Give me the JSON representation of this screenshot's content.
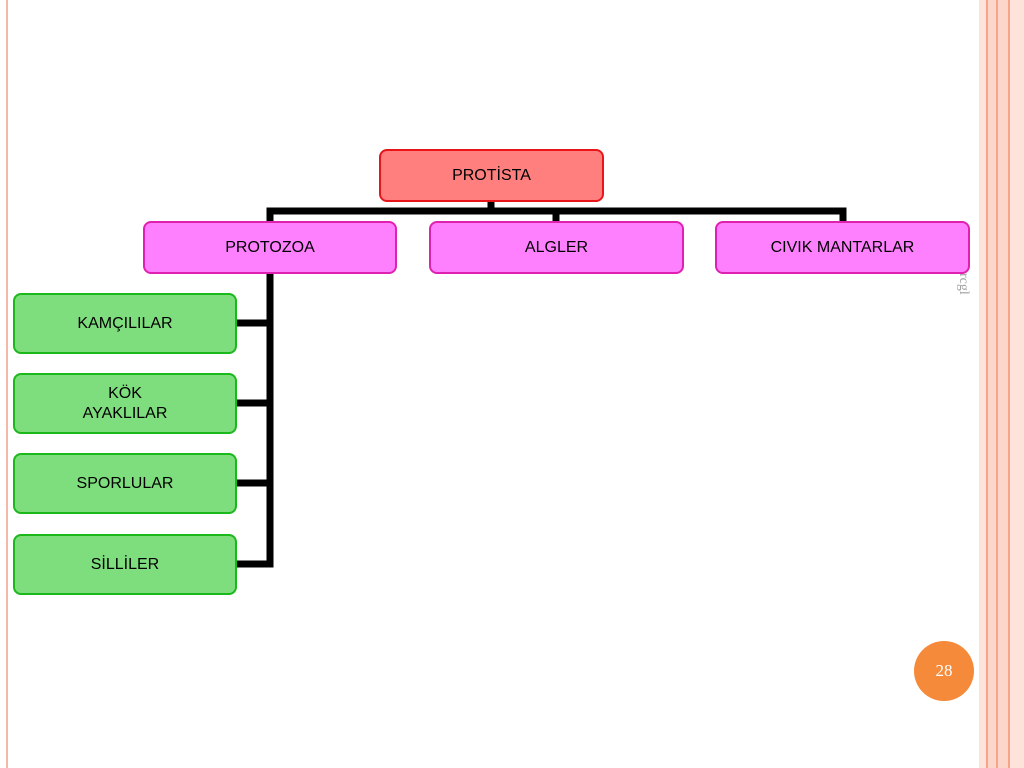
{
  "diagram": {
    "root": {
      "label": "PROTİSTA"
    },
    "level1": [
      {
        "label": "PROTOZOA"
      },
      {
        "label": "ALGLER"
      },
      {
        "label": "CIVIK MANTARLAR"
      }
    ],
    "protozoa_children": [
      {
        "label": "KAMÇILILAR"
      },
      {
        "label": "KÖK\nAYAKLILAR"
      },
      {
        "label": "SPORLULAR"
      },
      {
        "label": "SİLLİLER"
      }
    ]
  },
  "slide": {
    "side_text": "brcgl",
    "page_number": "28"
  },
  "colors": {
    "root_fill": "#ff7f7f",
    "level1_fill": "#ff80ff",
    "leaf_fill": "#7ede7e",
    "connector": "#000000",
    "page_badge": "#f58a3a"
  }
}
